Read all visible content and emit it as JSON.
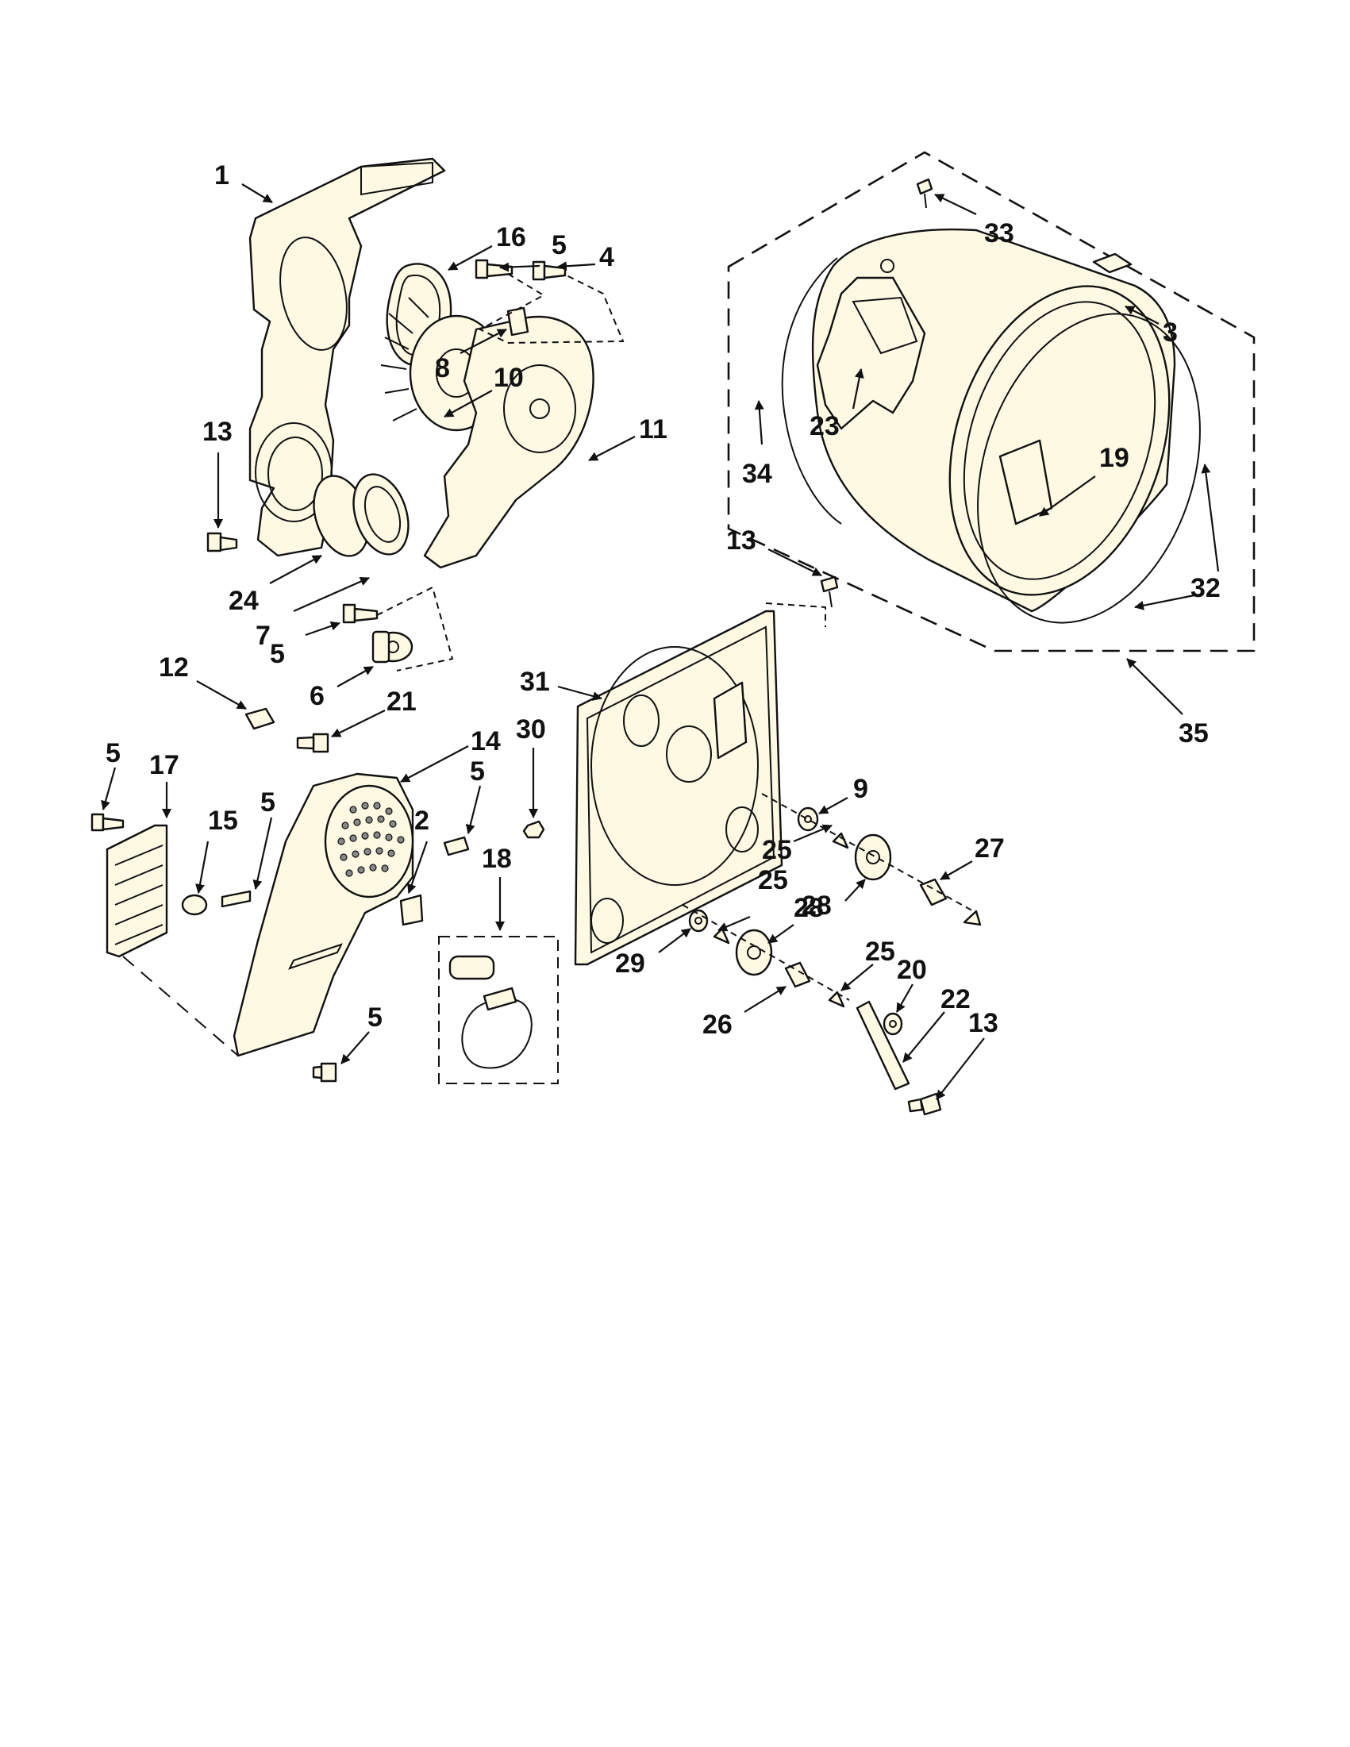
{
  "diagram": {
    "callouts": [
      "1",
      "2",
      "3",
      "4",
      "5",
      "6",
      "7",
      "8",
      "9",
      "10",
      "11",
      "12",
      "13",
      "14",
      "15",
      "16",
      "17",
      "18",
      "19",
      "20",
      "21",
      "22",
      "23",
      "24",
      "25",
      "26",
      "27",
      "28",
      "29",
      "30",
      "31",
      "32",
      "33",
      "34",
      "35"
    ]
  },
  "colors": {
    "line": "#111111",
    "part_fill": "#fdf9e3",
    "background": "#ffffff"
  }
}
